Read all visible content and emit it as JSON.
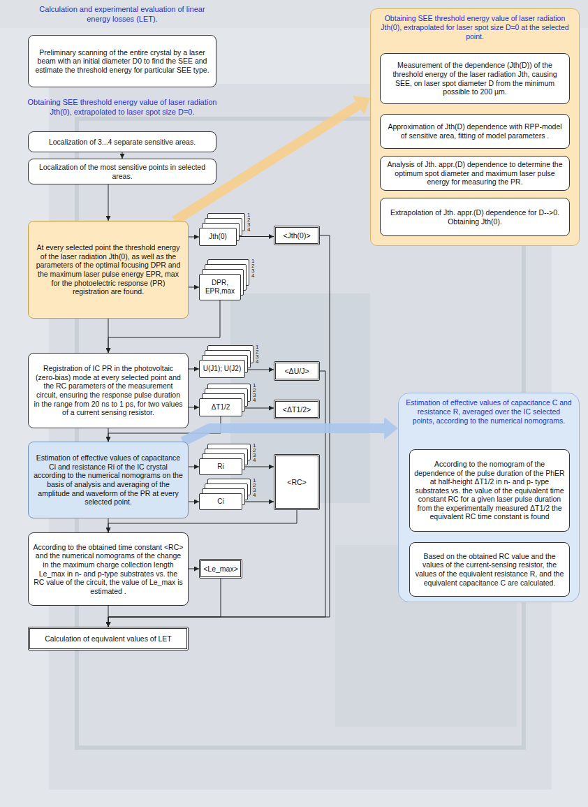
{
  "diagram": {
    "title": "Calculation and experimental evaluation of linear energy losses (LET).",
    "nodes": [
      {
        "text": [
          "Preliminary scanning of the entire crystal by a laser beam with an initial diameter D0 to find the SEE and estimate the threshold energy for particular SEE type."
        ]
      },
      {
        "text": [
          "Localization of 3...4 separate sensitive areas."
        ]
      },
      {
        "text": [
          "Localization of the most sensitive points in selected areas."
        ]
      },
      {
        "text": [
          "At every selected point the threshold energy of the laser radiation Jth(0), as well as the parameters of the optimal focusing DPR and the maximum laser pulse energy EPR, max for the photoelectric response (PR) registration are found."
        ]
      },
      {
        "text": [
          "Jth(0)"
        ]
      },
      {
        "text": [
          "<Jth(0)>"
        ]
      },
      {
        "text": [
          "DPR, EPR,max"
        ]
      },
      {
        "text": [
          "Registration of IC PR in the photovoltaic (zero-bias) mode at every selected point and the RC parameters of the measurement circuit, ensuring the response pulse duration in the range from 20 ns to 1 ps, for two values of a current sensing resistor."
        ]
      },
      {
        "text": [
          "U(J1); U(J2)"
        ]
      },
      {
        "text": [
          "<ΔU/J>"
        ]
      },
      {
        "text": [
          "ΔT1/2"
        ]
      },
      {
        "text": [
          "<ΔT1/2>"
        ]
      },
      {
        "text": [
          "Estimation of effective values of capacitance Ci and resistance Ri of the IC crystal according to the numerical nomograms on the basis of analysis and averaging of the amplitude and waveform of the PR at every selected point."
        ]
      },
      {
        "text": [
          "Ri"
        ]
      },
      {
        "text": [
          "Ci"
        ]
      },
      {
        "text": [
          "<RC>"
        ]
      },
      {
        "text": [
          "According to the obtained time constant <RC> and the numerical nomograms of the change in the maximum charge collection length Le_max in n- and p-type substrates vs. the RC value of the circuit, the value of Le_max is estimated ."
        ]
      },
      {
        "text": [
          "<Le_max>"
        ]
      },
      {
        "text": [
          "Calculation of equivalent values of LET"
        ]
      },
      {
        "text": [
          "Obtaining SEE threshold energy value of laser radiation Jth(0), extrapolated for laser spot size D=0 at the selected point."
        ]
      },
      {
        "text": [
          "Measurement of the dependence (Jth(D)) of the threshold energy of the laser radiation Jth, causing SEE, on laser spot diameter D from the minimum possible to 200 µm."
        ],
        "in": 19
      },
      {
        "text": [
          "Approximation of Jth(D) dependence with RPP-model of sensitive area, fitting of model parameters ."
        ],
        "in": 19
      },
      {
        "text": [
          "Analysis of Jth. appr.(D) dependence to determine the optimum spot diameter and maximum laser pulse energy for measuring the PR."
        ],
        "in": 19
      },
      {
        "text": [
          "Extrapolation of Jth. appr.(D) dependence for D-->0. Obtaining Jth(0)."
        ],
        "in": 19
      },
      {
        "text": [
          "Estimation of effective values of capacitance C and resistance R, averaged over the IC selected points, according to the numerical nomograms."
        ]
      },
      {
        "text": [
          "According to the nomogram of the dependence of the pulse duration of the PhER at half-height ΔT1/2 in n- and p- type substrates vs. the value of the equivalent time constant RC for a given laser pulse duration from the experimentally measured ΔT1/2 the equivalent RC time constant is found"
        ],
        "in": 24
      },
      {
        "text": [
          "Based on the obtained RC value and the values of the current-sensing resistor, the values of the equivalent resistance R, and the equivalent capacitance C are calculated."
        ],
        "in": 24
      }
    ],
    "edges": [
      {
        "from": 1,
        "to": 2,
        "arrow": "to"
      },
      {
        "from": 2,
        "to": 3,
        "arrow": "to"
      },
      {
        "from": 3,
        "to": 4,
        "arrow": "to"
      },
      {
        "from": 3,
        "to": 6,
        "arrow": "to"
      },
      {
        "from": 4,
        "to": 5,
        "arrow": "to"
      },
      {
        "from": 3,
        "to": 7,
        "arrow": "to"
      },
      {
        "from": 6,
        "to": 7,
        "arrow": "to"
      },
      {
        "from": 7,
        "to": 8,
        "arrow": "to"
      },
      {
        "from": 7,
        "to": 10,
        "arrow": "to"
      },
      {
        "from": 8,
        "to": 9,
        "arrow": "to"
      },
      {
        "from": 10,
        "to": 11,
        "arrow": "to"
      },
      {
        "from": 7,
        "to": 12,
        "arrow": "to"
      },
      {
        "from": 10,
        "to": 12,
        "arrow": "to"
      },
      {
        "from": 12,
        "to": 13,
        "arrow": "to"
      },
      {
        "from": 12,
        "to": 14,
        "arrow": "to"
      },
      {
        "from": 13,
        "to": 15,
        "arrow": "to"
      },
      {
        "from": 14,
        "to": 15,
        "arrow": "to"
      },
      {
        "from": 12,
        "to": 16,
        "arrow": "to"
      },
      {
        "from": 15,
        "to": 16,
        "arrow": "to"
      },
      {
        "from": 16,
        "to": 17,
        "arrow": "to"
      },
      {
        "from": 16,
        "to": 18,
        "arrow": "to"
      },
      {
        "from": 17,
        "to": 18,
        "arrow": "to"
      },
      {
        "from": 5,
        "to": 18,
        "arrow": "to"
      },
      {
        "from": 9,
        "to": 18,
        "arrow": "to"
      },
      {
        "from": 3,
        "to": 19,
        "arrow": "to"
      },
      {
        "from": 12,
        "to": 24,
        "arrow": "to"
      },
      {
        "from": 20,
        "to": 21,
        "arrow": "to"
      },
      {
        "from": 21,
        "to": 22,
        "arrow": "to"
      },
      {
        "from": 22,
        "to": 23,
        "arrow": "to"
      },
      {
        "from": 25,
        "to": 26,
        "arrow": "none"
      }
    ],
    "labels": [
      "Obtaining SEE threshold energy value of laser radiation Jth(0), extrapolated to laser spot size D=0.",
      "1",
      "2",
      "3",
      "4",
      "1",
      "2",
      "3",
      "4",
      "1",
      "2",
      "3",
      "4",
      "1",
      "2",
      "3",
      "4",
      "1",
      "2",
      "3",
      "4",
      "1",
      "2",
      "3",
      "4"
    ]
  }
}
